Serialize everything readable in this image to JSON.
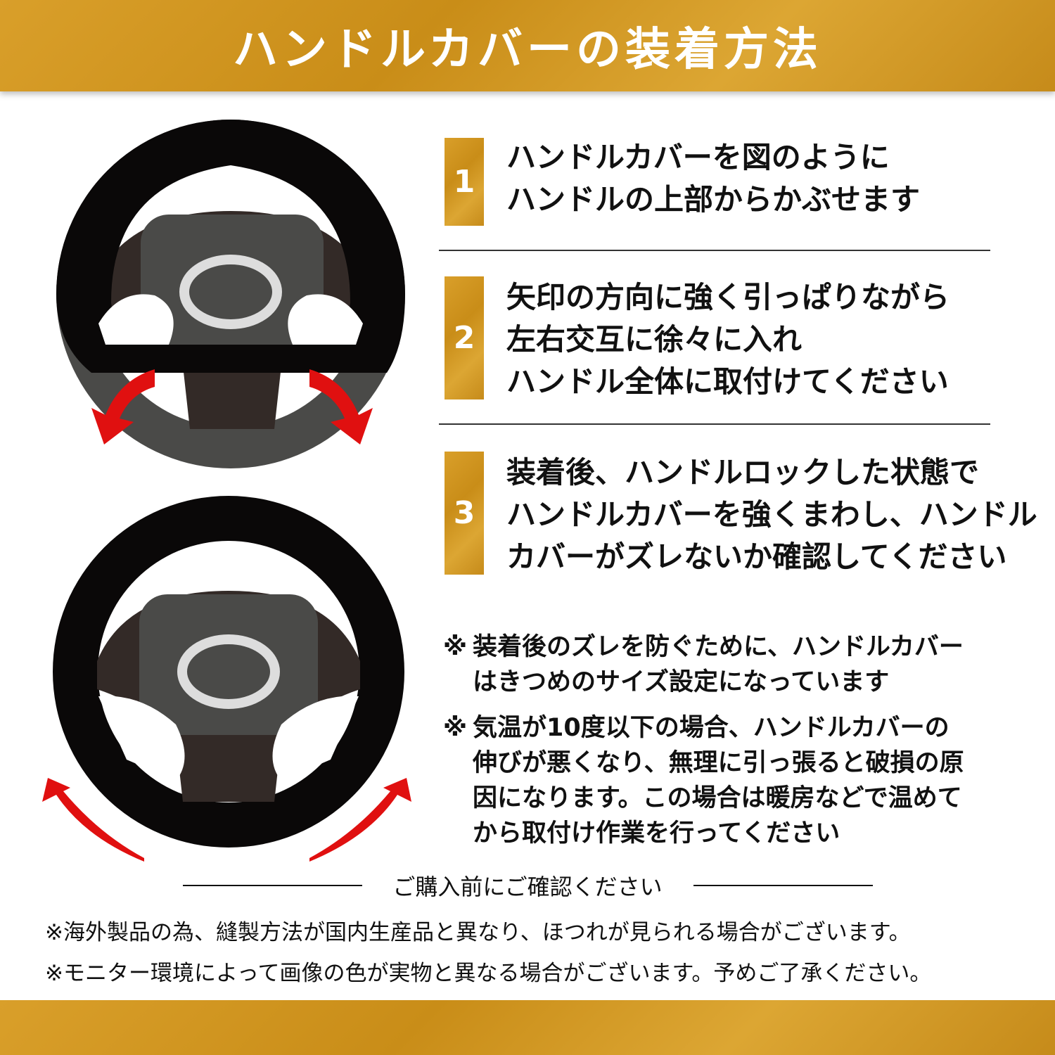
{
  "header": {
    "title": "ハンドルカバーの装着方法"
  },
  "steps": [
    {
      "number": "1",
      "lines": [
        "ハンドルカバーを図のように",
        "ハンドルの上部からかぶせます"
      ]
    },
    {
      "number": "2",
      "lines": [
        "矢印の方向に強く引っぱりながら",
        "左右交互に徐々に入れ",
        "ハンドル全体に取付けてください"
      ]
    },
    {
      "number": "3",
      "lines": [
        "装着後、ハンドルロックした状態で",
        "ハンドルカバーを強くまわし、ハンドル",
        "カバーがズレないか確認してください"
      ]
    }
  ],
  "notes": [
    {
      "mark": "※",
      "lines": [
        "装着後のズレを防ぐために、ハンドルカバー",
        "はきつめのサイズ設定になっています"
      ]
    },
    {
      "mark": "※",
      "lines": [
        "気温が10度以下の場合、ハンドルカバーの",
        "伸びが悪くなり、無理に引っ張ると破損の原",
        "因になります。この場合は暖房などで温めて",
        "から取付け作業を行ってください"
      ]
    }
  ],
  "confirm": {
    "title": "ご購入前にご確認ください",
    "items": [
      "※海外製品の為、縫製方法が国内生産品と異なり、ほつれが見られる場合がございます。",
      "※モニター環境によって画像の色が実物と異なる場合がございます。予めご了承ください。"
    ]
  },
  "colors": {
    "gold": "#d49a25",
    "arrow": "#e01010"
  }
}
